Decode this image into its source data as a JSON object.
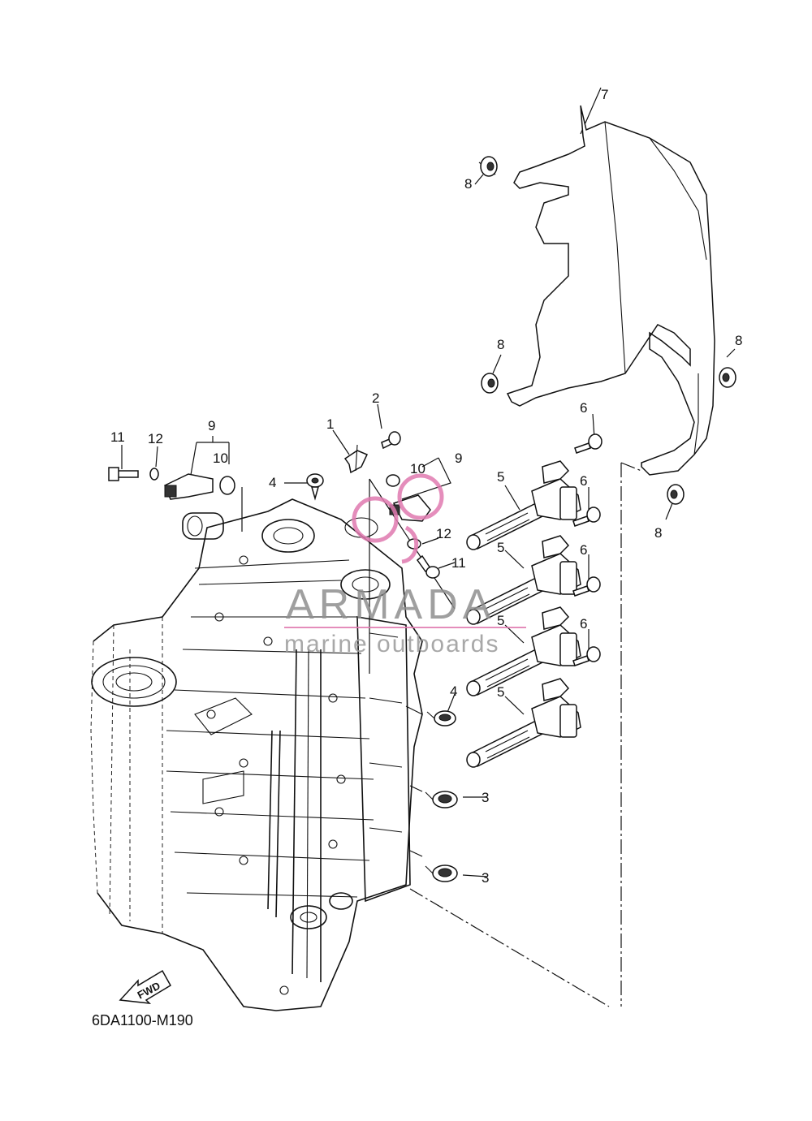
{
  "diagram_code": "6DA1100-M190",
  "fwd_label": "FWD",
  "watermark": {
    "brand": "ARMADA",
    "tagline": "marine outboards",
    "accent_color": "#e07ab0"
  },
  "callouts": [
    "1",
    "2",
    "3",
    "3",
    "4",
    "4",
    "5",
    "5",
    "5",
    "5",
    "6",
    "6",
    "6",
    "6",
    "7",
    "8",
    "8",
    "8",
    "8",
    "9",
    "9",
    "10",
    "10",
    "11",
    "11",
    "12",
    "12"
  ]
}
